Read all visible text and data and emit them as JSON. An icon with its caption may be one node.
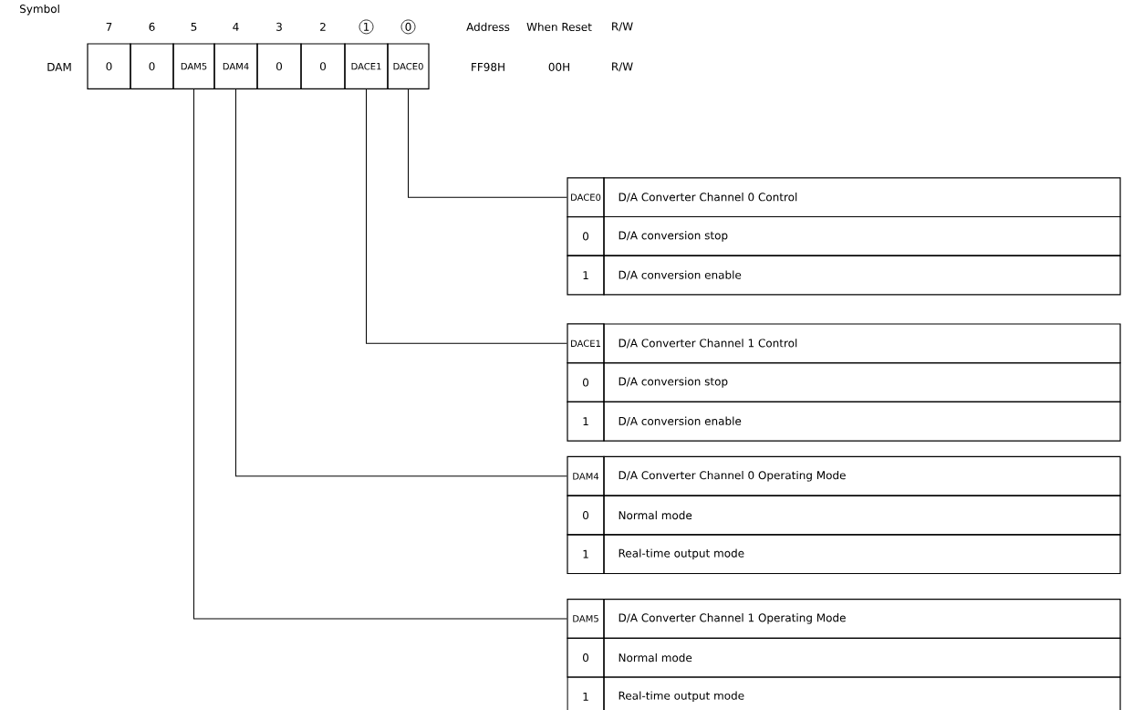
{
  "diagram": {
    "nodes": [
      {
        "text": [
          "0"
        ]
      },
      {
        "text": [
          "0"
        ]
      },
      {
        "text": [
          "DAM5"
        ]
      },
      {
        "text": [
          "DAM4"
        ]
      },
      {
        "text": [
          "0"
        ]
      },
      {
        "text": [
          "0"
        ]
      },
      {
        "text": [
          "DACE1"
        ]
      },
      {
        "text": [
          "DACE0"
        ]
      },
      {
        "text": [
          "DACE0"
        ]
      },
      {
        "text": [
          "DACE1"
        ]
      },
      {
        "text": [
          "DAM4"
        ]
      },
      {
        "text": [
          "DAM5"
        ]
      }
    ],
    "edges": [
      {
        "from": 7,
        "to": 8,
        "arrow": "none"
      },
      {
        "from": 6,
        "to": 9,
        "arrow": "none"
      },
      {
        "from": 3,
        "to": 10,
        "arrow": "none"
      },
      {
        "from": 2,
        "to": 11,
        "arrow": "none"
      }
    ],
    "labels": [
      "Symbol",
      "7",
      "6",
      "5",
      "4",
      "3",
      "2",
      "1",
      "0",
      "Address",
      "When Reset",
      "R/W",
      "DAM",
      "FF98H",
      "00H",
      "R/W",
      "D/A Converter Channel 0 Control",
      "0",
      "D/A conversion stop",
      "1",
      "D/A conversion enable",
      "D/A Converter Channel 1 Control",
      "0",
      "D/A conversion stop",
      "1",
      "D/A conversion enable",
      "D/A Converter Channel 0 Operating Mode",
      "0",
      "Normal mode",
      "1",
      "Real-time output mode",
      "D/A Converter Channel 1 Operating Mode",
      "0",
      "Normal mode",
      "1",
      "Real-time output mode"
    ]
  }
}
